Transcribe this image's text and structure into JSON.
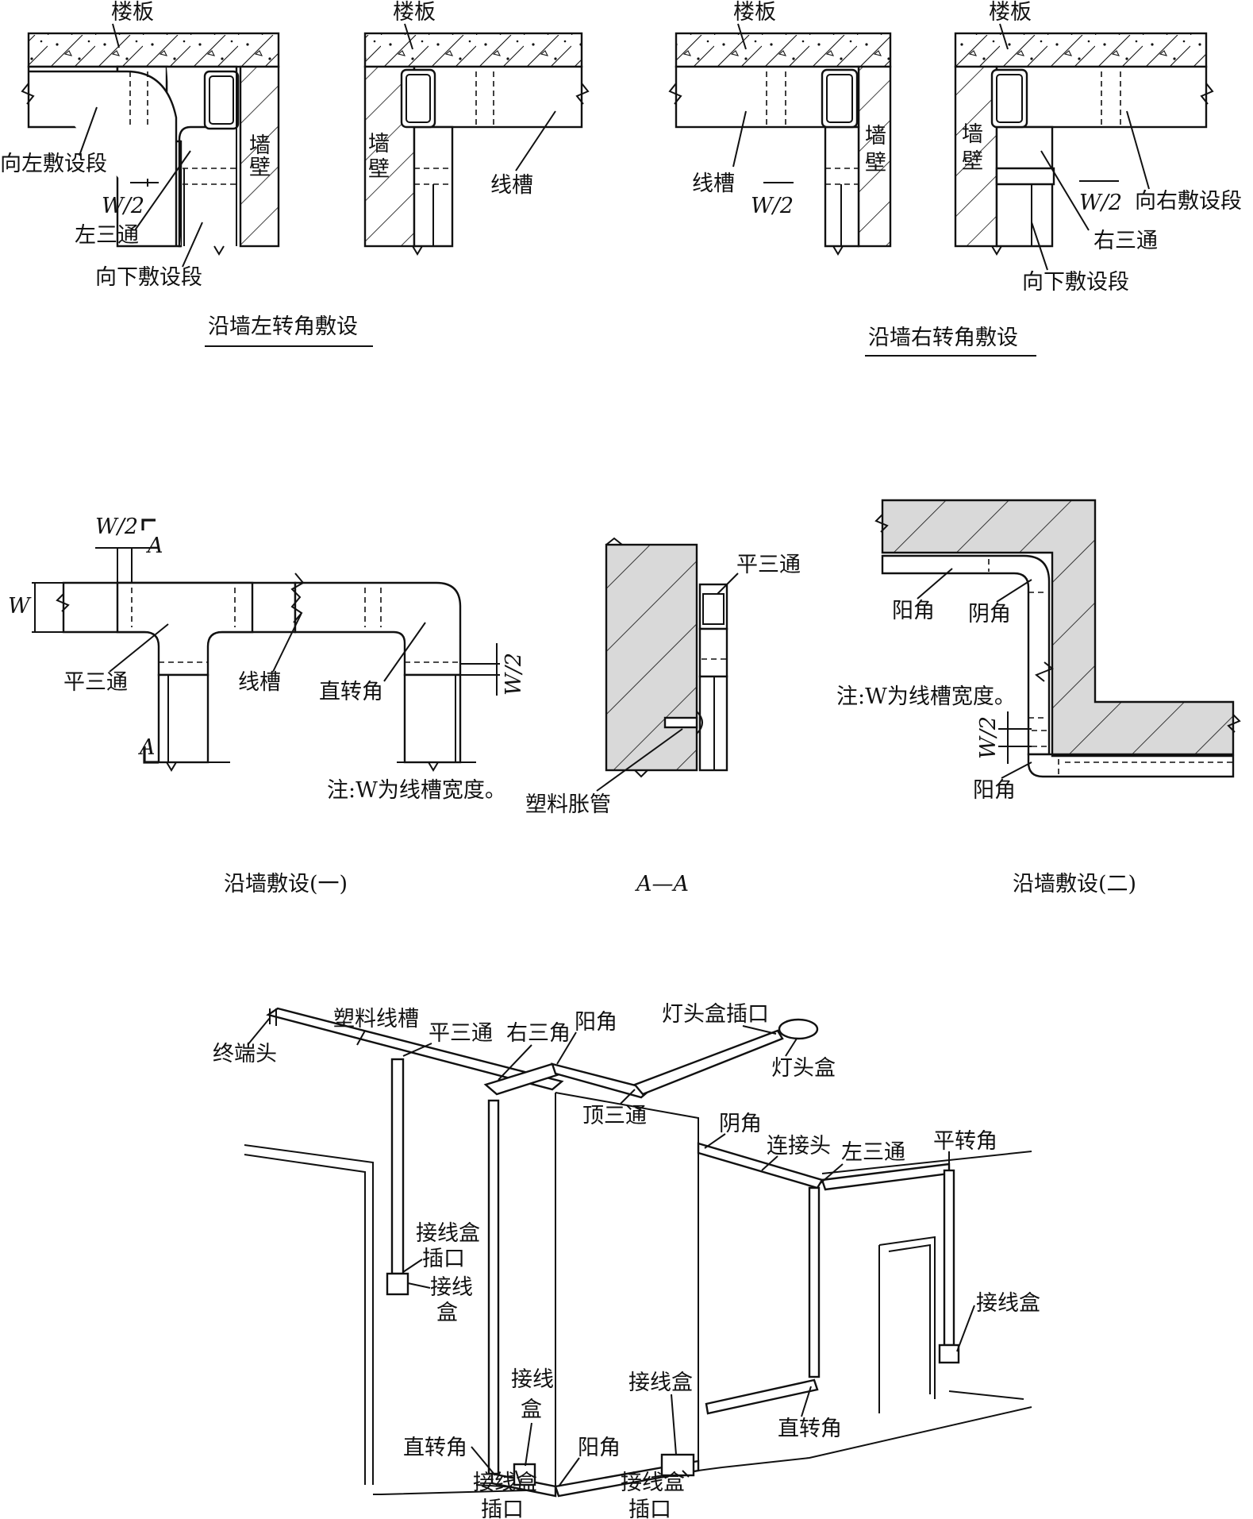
{
  "panel_left_corner": {
    "caption": "沿墙左转角敷设",
    "labels": {
      "floor_slab_a": "楼板",
      "floor_slab_b": "楼板",
      "left_run": "向左敷设段",
      "half_width": "W/2",
      "left_tee": "左三通",
      "down_run": "向下敷设段",
      "wall_a": "墙",
      "wall_b": "壁",
      "wall_c": "墙",
      "wall_d": "壁",
      "trunking": "线槽"
    }
  },
  "panel_right_corner": {
    "caption": "沿墙右转角敷设",
    "labels": {
      "floor_slab_a": "楼板",
      "floor_slab_b": "楼板",
      "trunking": "线槽",
      "half_width_a": "W/2",
      "wall_a": "墙",
      "wall_b": "壁",
      "wall_c": "墙",
      "wall_d": "壁",
      "half_width_b": "W/2",
      "right_run": "向右敷设段",
      "right_tee": "右三通",
      "down_run": "向下敷设段"
    }
  },
  "panel_wall_1": {
    "caption": "沿墙敷设(一)",
    "labels": {
      "half_width": "W/2",
      "section_mark_top": "A",
      "width": "W",
      "flat_tee": "平三通",
      "trunking": "线槽",
      "right_angle": "直转角",
      "half_width_v": "W/2",
      "section_mark_bottom": "A",
      "note": "注:W为线槽宽度。"
    }
  },
  "panel_section": {
    "caption": "A—A",
    "labels": {
      "flat_tee": "平三通",
      "plastic_anchor": "塑料胀管"
    }
  },
  "panel_wall_2": {
    "caption": "沿墙敷设(二)",
    "labels": {
      "outer_corner_a": "阳角",
      "inner_corner": "阴角",
      "note": "注:W为线槽宽度。",
      "half_width": "W/2",
      "outer_corner_b": "阳角"
    }
  },
  "panel_room": {
    "labels": {
      "plastic_trunking": "塑料线槽",
      "flat_tee": "平三通",
      "right_tee": "右三角",
      "outer_corner_top": "阳角",
      "lamp_box_socket": "灯头盒插口",
      "end_cap": "终端头",
      "lamp_box": "灯头盒",
      "top_tee": "顶三通",
      "inner_corner": "阴角",
      "connector": "连接头",
      "left_tee": "左三通",
      "flat_turn": "平转角",
      "junction_socket_a1": "接线盒",
      "junction_socket_a2": "插口",
      "junction_box_a1": "接线",
      "junction_box_a2": "盒",
      "junction_box_right": "接线盒",
      "junction_box_b1": "接线",
      "junction_box_b2": "盒",
      "junction_box_c": "接线盒",
      "right_angle_left": "直转角",
      "outer_corner_bottom": "阳角",
      "right_angle_right": "直转角",
      "junction_socket_b1": "接线盒",
      "junction_socket_b2": "插口",
      "junction_socket_c1": "接线盒",
      "junction_socket_c2": "插口"
    }
  },
  "colors": {
    "ink": "#111111",
    "wall_fill": "#d9d9d9",
    "paper": "#ffffff"
  }
}
